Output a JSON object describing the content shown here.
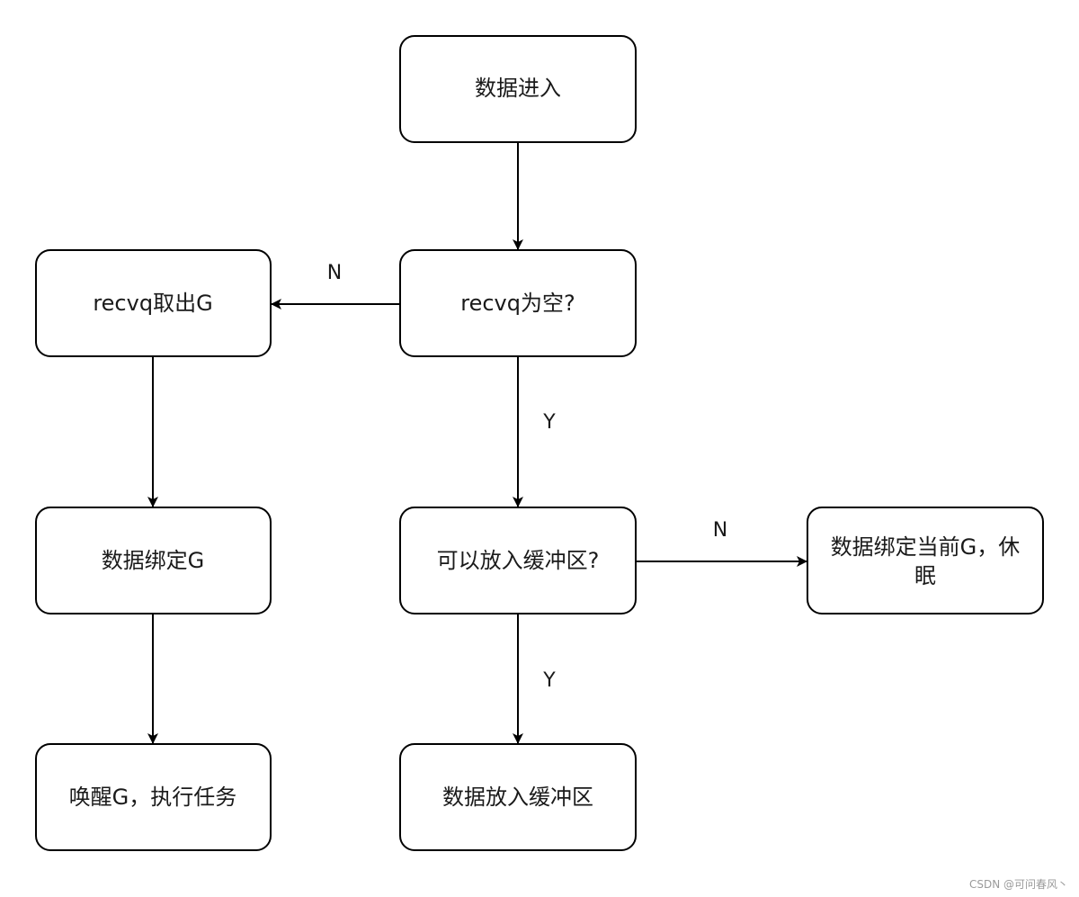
{
  "nodes": {
    "data_in": "数据进入",
    "recvq_empty": "recvq为空?",
    "recvq_take": "recvq取出G",
    "bind_g": "数据绑定G",
    "wake_g": "唤醒G，执行任务",
    "can_buffer": "可以放入缓冲区?",
    "put_buffer": "数据放入缓冲区",
    "bind_sleep_line1": "数据绑定当前G，休",
    "bind_sleep_line2": "眠"
  },
  "edges": {
    "no_label_recvq": "N",
    "yes_label_recvq": "Y",
    "no_label_buffer": "N",
    "yes_label_buffer": "Y"
  },
  "watermark": "CSDN @可问春风丶",
  "colors": {
    "stroke": "#000000",
    "fill": "#ffffff",
    "text": "#1a1a1a"
  }
}
